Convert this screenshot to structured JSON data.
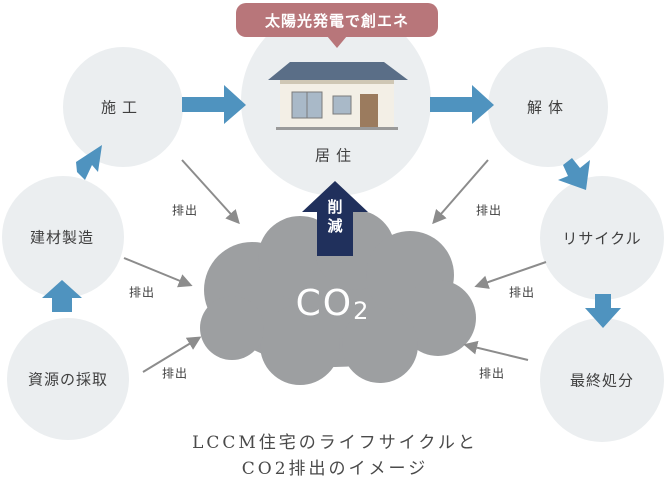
{
  "banner": "太陽光発電で創エネ",
  "house_label": "居住",
  "co2_prefix": "CO",
  "co2_sub": "2",
  "reduce_label": "削減",
  "stages": {
    "seko": "施工",
    "kenzai": "建材製造",
    "shigen": "資源の採取",
    "kaitai": "解体",
    "recycle": "リサイクル",
    "saishu": "最終処分"
  },
  "emission_label": "排出",
  "caption_line1": "LCCM住宅のライフサイクルと",
  "caption_line2": "CO2排出のイメージ",
  "colors": {
    "circle": "#ebeef0",
    "cloud": "#9d9fa1",
    "flow_arrow": "#4f93bf",
    "reduce_arrow": "#20305c",
    "banner": "#b8767a",
    "emission_arrow": "#8c8c8c"
  }
}
